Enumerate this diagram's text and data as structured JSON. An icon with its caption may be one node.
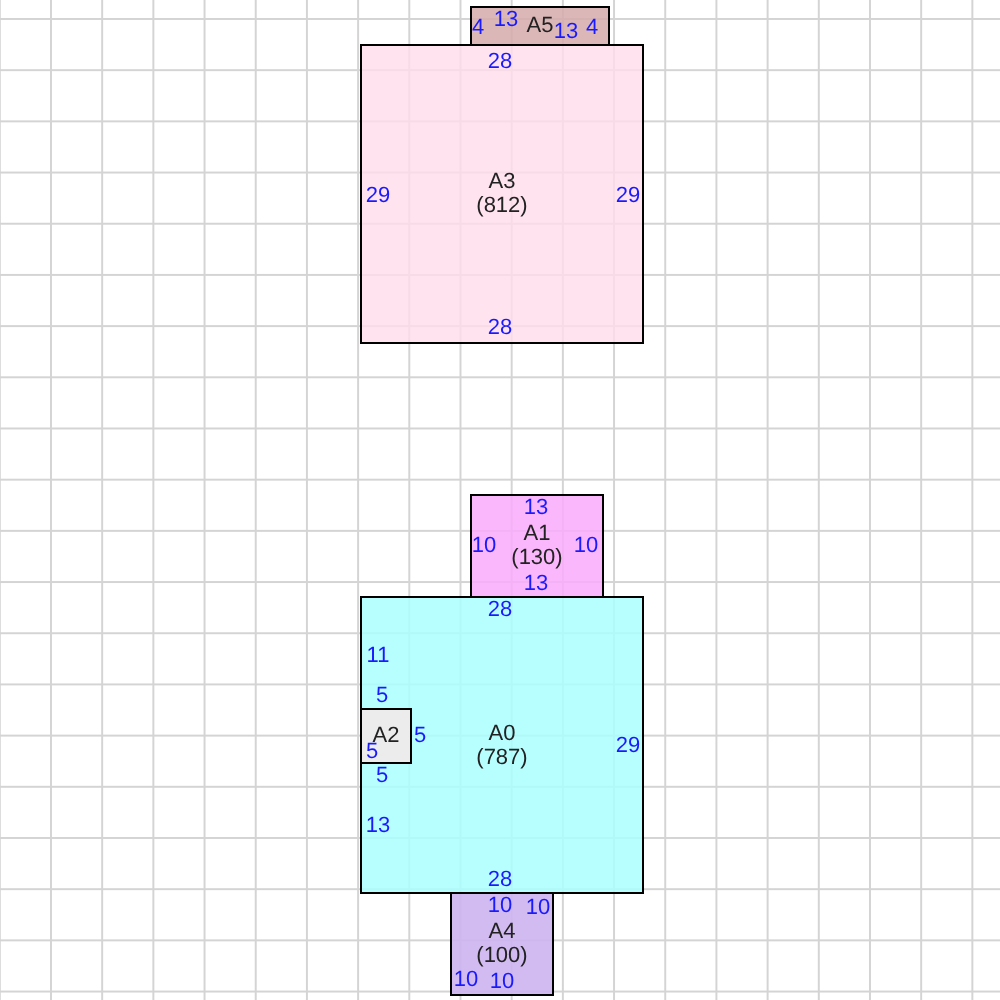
{
  "diagram": {
    "nodes": [
      {
        "text": [
          "A5"
        ]
      },
      {
        "text": [
          "A3",
          "(812)"
        ]
      },
      {
        "text": [
          "A1",
          "(130)"
        ]
      },
      {
        "text": [
          "A0",
          "(787)"
        ]
      },
      {
        "text": [
          "A2"
        ],
        "in": 3
      },
      {
        "text": [
          "A4",
          "(100)"
        ]
      }
    ],
    "labels": [
      "4",
      "13",
      "13",
      "4",
      "28",
      "29",
      "29",
      "28",
      "13",
      "10",
      "10",
      "13",
      "28",
      "11",
      "5",
      "5",
      "5",
      "5",
      "29",
      "13",
      "28",
      "10",
      "10",
      "10",
      "10"
    ]
  }
}
